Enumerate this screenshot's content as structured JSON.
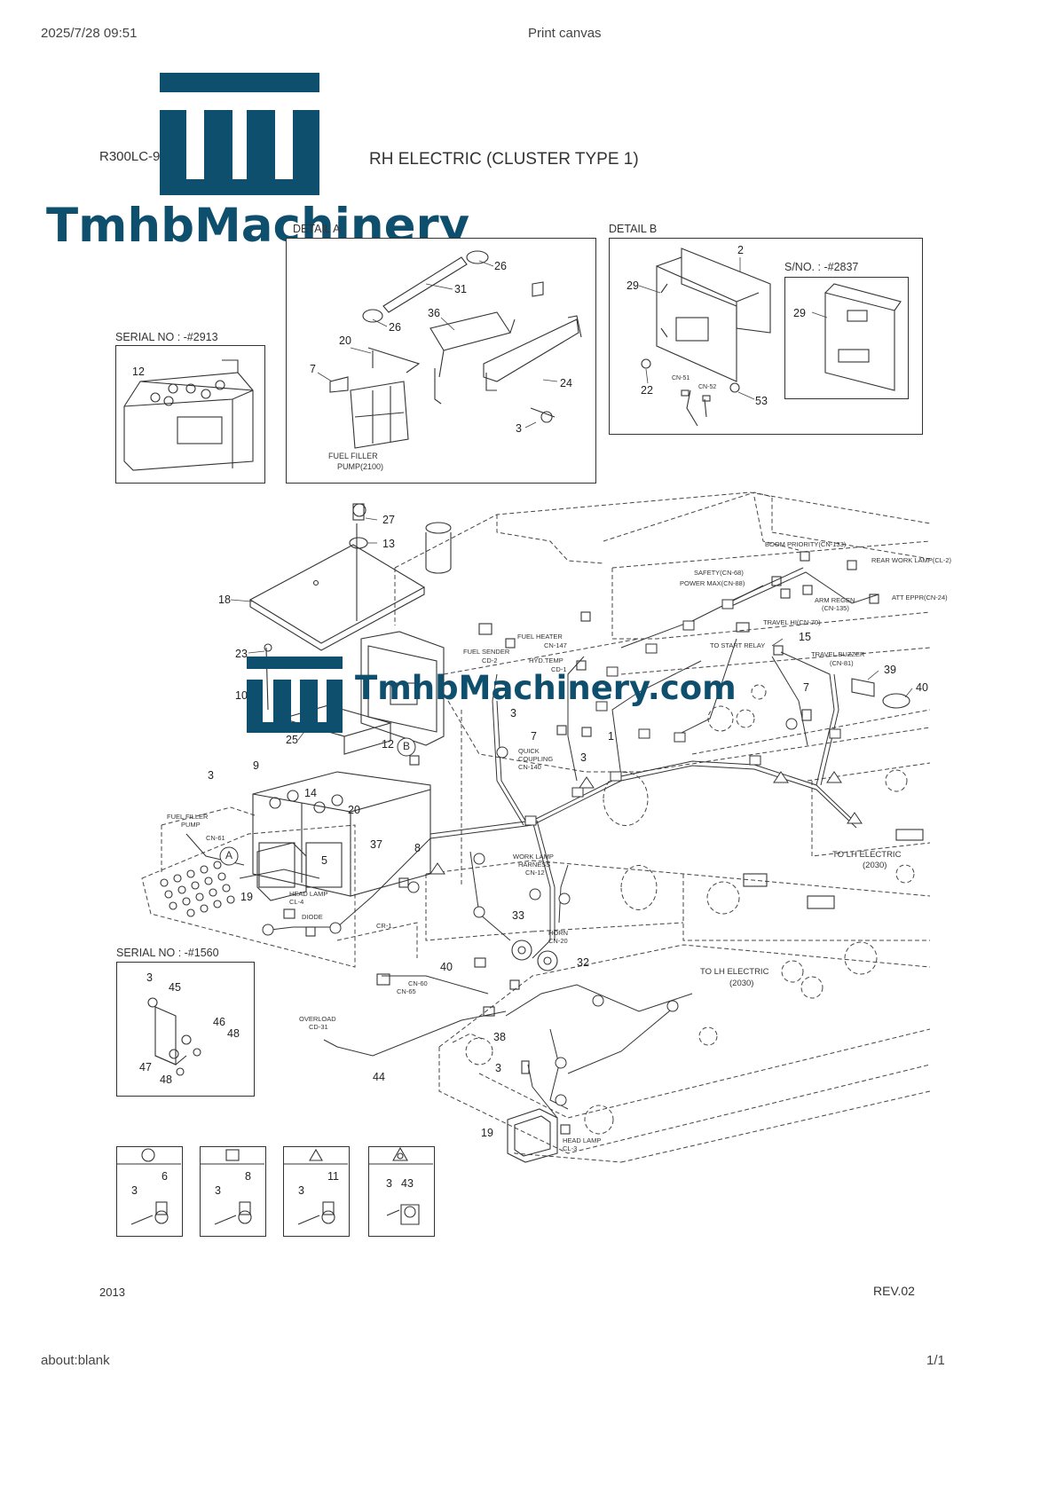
{
  "browser": {
    "datetime": "2025/7/28 09:51",
    "title": "Print canvas",
    "url": "about:blank",
    "page_count": "1/1"
  },
  "sheet": {
    "model": "R300LC-9",
    "title": "RH ELECTRIC (CLUSTER TYPE 1)",
    "footer_left": "2013",
    "footer_right": "REV.02"
  },
  "watermark": {
    "brand": "TmhbMachinery",
    "site": "TmhbMachinery.com",
    "color": "#0f4f6e"
  },
  "details": {
    "detail_a": "DETAIL A",
    "detail_b": "DETAIL B",
    "serial_2913": "SERIAL NO : -#2913",
    "sno_2837": "S/NO. : -#2837",
    "serial_1560": "SERIAL NO : -#1560",
    "fuel_pump_top": "FUEL FILLER",
    "fuel_pump_bottom": "PUMP(2100)"
  },
  "labels": {
    "boom_priority": "BOOM PRIORITY(CN-133)",
    "rear_work_lamp": "REAR WORK LAMP(CL-2)",
    "safety": "SAFETY(CN-68)",
    "power_max": "POWER MAX(CN-88)",
    "att_eppr": "ATT EPPR(CN-24)",
    "arm_regen": "ARM REGEN",
    "arm_regen_cn": "(CN-135)",
    "travel_hi": "TRAVEL HI(CN-70)",
    "to_start_relay": "TO START RELAY",
    "travel_buzzer": "TRAVEL BUZZER",
    "travel_buzzer_cn": "(CN-81)",
    "fuel_heater": "FUEL HEATER",
    "fuel_heater_cn": "CN-147",
    "fuel_sender": "FUEL SENDER",
    "fuel_sender_cd": "CD-2",
    "hyd_temp": "HYD.TEMP",
    "hyd_temp_cd": "CD-1",
    "quick_coupling": "QUICK",
    "quick_coupling_2": "COUPLING",
    "quick_coupling_cn": "CN-140",
    "work_lamp": "WORK LAMP",
    "work_lamp_2": "HARNESS",
    "work_lamp_cn": "CN-12",
    "to_lh_1": "TO LH ELECTRIC",
    "to_lh_1b": "(2030)",
    "to_lh_2": "TO LH ELECTRIC",
    "to_lh_2b": "(2030)",
    "fuel_filler_pump": "FUEL FILLER",
    "fuel_filler_pump_2": "PUMP",
    "cn61": "CN-61",
    "head_lamp_cl4": "HEAD LAMP",
    "cl4": "CL-4",
    "diode": "DIODE",
    "cr1": "CR-1",
    "horn": "HORN",
    "horn_cn": "CN-20",
    "cn60": "CN-60",
    "cn65": "CN-65",
    "overload": "OVERLOAD",
    "overload_cd": "CD-31",
    "head_lamp_cl3": "HEAD LAMP",
    "cl3": "CL-3",
    "cn51": "CN-51",
    "cn52": "CN-52",
    "callout_a": "A",
    "callout_b": "B"
  },
  "part_numbers": {
    "p2": "2",
    "p3": "3",
    "p5": "5",
    "p6": "6",
    "p7": "7",
    "p8": "8",
    "p9": "9",
    "p10": "10",
    "p11": "11",
    "p12": "12",
    "p13": "13",
    "p14": "14",
    "p15": "15",
    "p18": "18",
    "p19": "19",
    "p20": "20",
    "p22": "22",
    "p23": "23",
    "p24": "24",
    "p25": "25",
    "p26": "26",
    "p27": "27",
    "p29": "29",
    "p31": "31",
    "p32": "32",
    "p33": "33",
    "p36": "36",
    "p37": "37",
    "p38": "38",
    "p39": "39",
    "p40": "40",
    "p43": "43",
    "p44": "44",
    "p45": "45",
    "p46": "46",
    "p47": "47",
    "p48": "48",
    "p53": "53",
    "p1": "1"
  }
}
